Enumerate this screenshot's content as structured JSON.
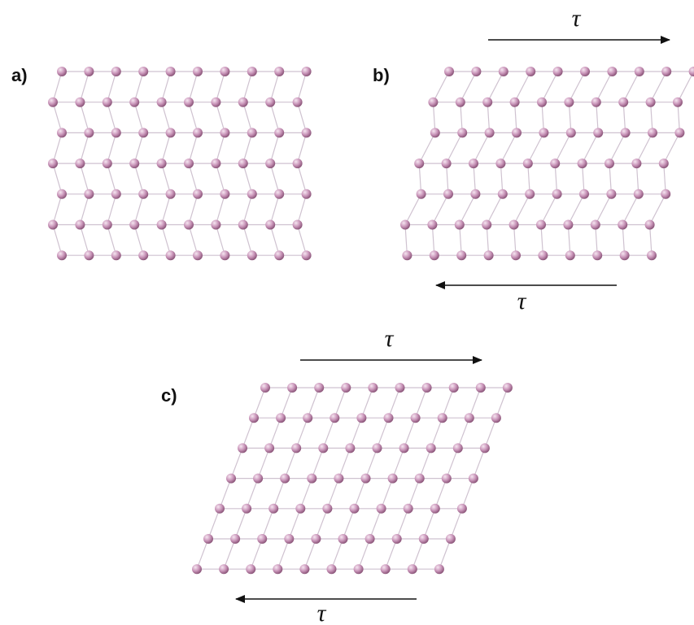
{
  "figure": {
    "panels": [
      {
        "id": "a",
        "label": "a)",
        "shear_arrows": []
      },
      {
        "id": "b",
        "label": "b)",
        "shear_arrows": [
          {
            "position": "top",
            "direction": "right",
            "symbol": "τ"
          },
          {
            "position": "bottom",
            "direction": "left",
            "symbol": "τ"
          }
        ]
      },
      {
        "id": "c",
        "label": "c)",
        "shear_arrows": [
          {
            "position": "top",
            "direction": "right",
            "symbol": "τ"
          },
          {
            "position": "bottom",
            "direction": "left",
            "symbol": "τ"
          }
        ]
      }
    ],
    "lattice": {
      "rows": 7,
      "atoms_per_row": 10
    },
    "colors": {
      "atom": "#c995b9",
      "atom_highlight": "#f6e6f1",
      "atom_shadow": "#8a5478",
      "bond": "#cfc2d0",
      "arrow": "#111111"
    }
  }
}
